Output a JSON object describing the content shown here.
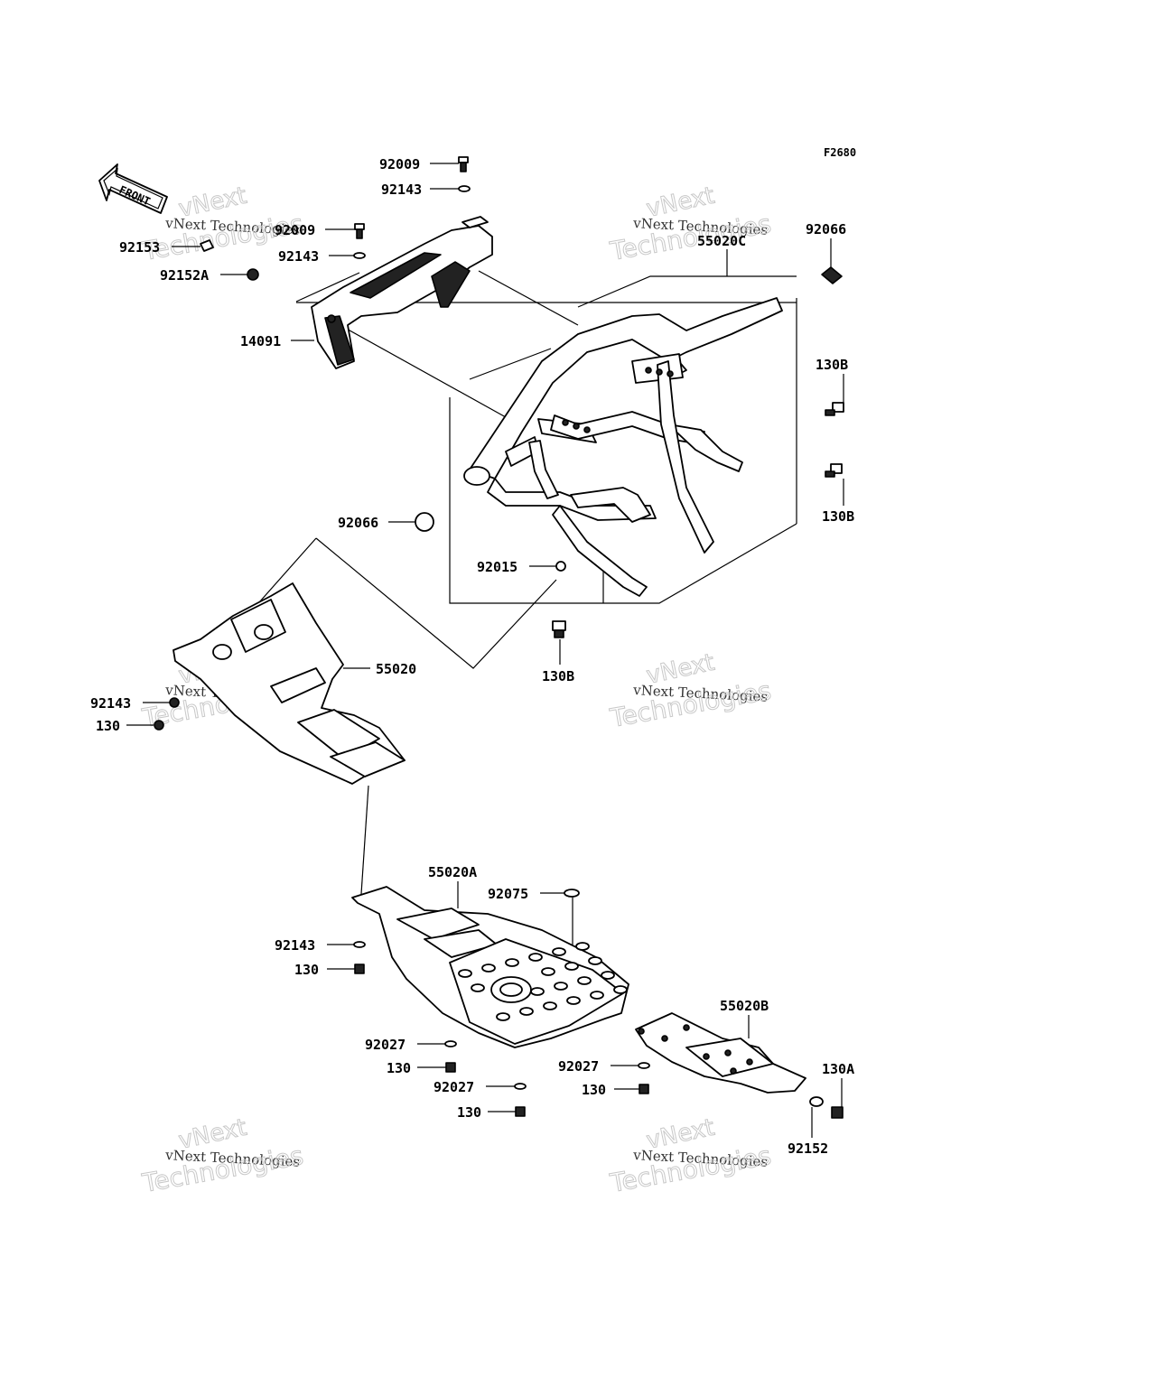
{
  "figure_code": "F2680",
  "front_marker": "FRONT",
  "parts": [
    {
      "id": "p-92009-top",
      "number": "92009"
    },
    {
      "id": "p-92143-top",
      "number": "92143"
    },
    {
      "id": "p-92009-mid",
      "number": "92009"
    },
    {
      "id": "p-92153",
      "number": "92153"
    },
    {
      "id": "p-92143-mid",
      "number": "92143"
    },
    {
      "id": "p-92152A",
      "number": "92152A"
    },
    {
      "id": "p-14091",
      "number": "14091"
    },
    {
      "id": "p-55020C",
      "number": "55020C"
    },
    {
      "id": "p-92066-top",
      "number": "92066"
    },
    {
      "id": "p-130B-1",
      "number": "130B"
    },
    {
      "id": "p-130B-2",
      "number": "130B"
    },
    {
      "id": "p-92066-mid",
      "number": "92066"
    },
    {
      "id": "p-92015",
      "number": "92015"
    },
    {
      "id": "p-130B-3",
      "number": "130B"
    },
    {
      "id": "p-55020",
      "number": "55020"
    },
    {
      "id": "p-92143-left",
      "number": "92143"
    },
    {
      "id": "p-130-left",
      "number": "130"
    },
    {
      "id": "p-55020A",
      "number": "55020A"
    },
    {
      "id": "p-92075",
      "number": "92075"
    },
    {
      "id": "p-92143-low",
      "number": "92143"
    },
    {
      "id": "p-130-low",
      "number": "130"
    },
    {
      "id": "p-55020B",
      "number": "55020B"
    },
    {
      "id": "p-92027-a",
      "number": "92027"
    },
    {
      "id": "p-130-a",
      "number": "130"
    },
    {
      "id": "p-92027-b",
      "number": "92027"
    },
    {
      "id": "p-92027-c",
      "number": "92027"
    },
    {
      "id": "p-130-b",
      "number": "130"
    },
    {
      "id": "p-130-c",
      "number": "130"
    },
    {
      "id": "p-130A",
      "number": "130A"
    },
    {
      "id": "p-92152",
      "number": "92152"
    }
  ],
  "watermark": {
    "line1": "vNext",
    "line2": "vNext Technologies",
    "line3": "Technologies"
  }
}
